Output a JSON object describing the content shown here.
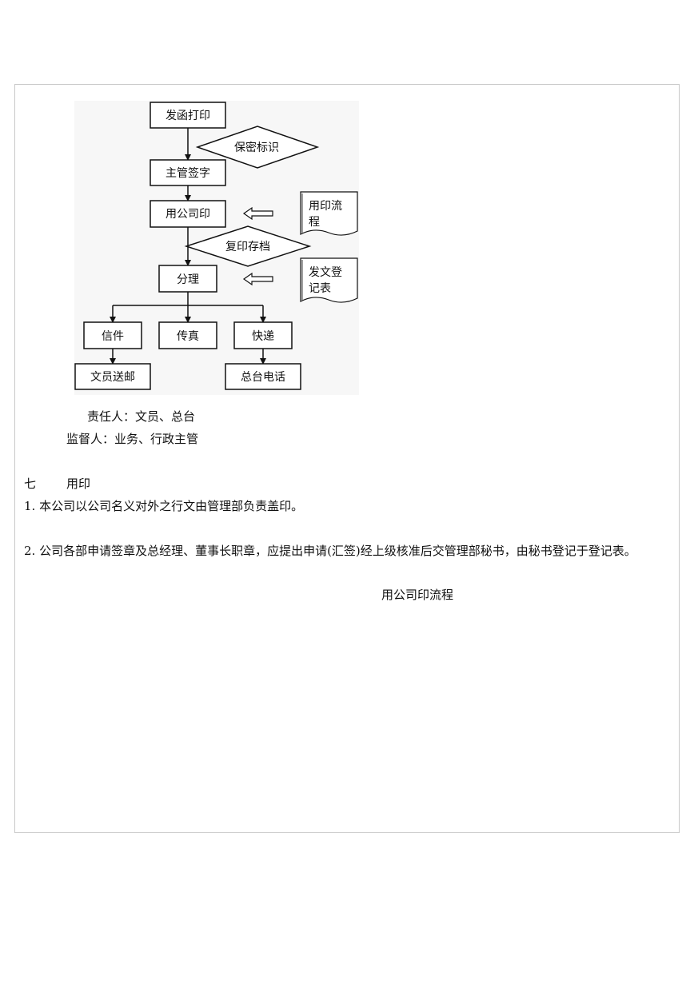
{
  "flowchart": {
    "nodes": {
      "issue_print": "发函打印",
      "secret_mark": "保密标识",
      "supervisor_sign": "主管签字",
      "use_seal": "用公司印",
      "copy_archive": "复印存档",
      "distribute": "分理",
      "letter": "信件",
      "fax": "传真",
      "express": "快递",
      "clerk_mail": "文员送邮",
      "front_desk_phone": "总台电话"
    },
    "documents": {
      "seal_flow_line1": "用印流",
      "seal_flow_line2": "程",
      "dispatch_reg_line1": "发文登",
      "dispatch_reg_line2": "记表"
    }
  },
  "responsible": "责任人：文员、总台",
  "supervisor": "监督人：业务、行政主管",
  "section": {
    "number": "七",
    "title": "用印"
  },
  "items": [
    "1. 本公司以公司名义对外之行文由管理部负责盖印。",
    "2. 公司各部申请签章及总经理、董事长职章，应提出申请(汇签)经上级核准后交管理部秘书，由秘书登记于登记表。"
  ],
  "caption": "用公司印流程"
}
